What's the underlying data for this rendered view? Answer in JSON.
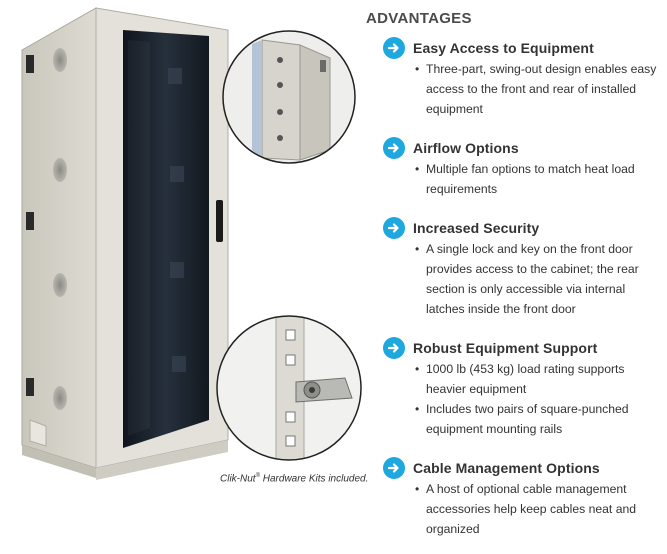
{
  "heading": "ADVANTAGES",
  "caption": {
    "brand": "Clik-Nut",
    "registered": "®",
    "text": " Hardware Kits included."
  },
  "colors": {
    "accent": "#1ea8de",
    "cabinet": "#d9d6cc",
    "glass": "#1b2430"
  },
  "advantages": [
    {
      "title": "Easy Access to Equipment",
      "icon": "arrow-right-circle-icon",
      "bullets": [
        "Three-part, swing-out design enables easy access to the front and rear of installed equipment"
      ]
    },
    {
      "title": "Airflow Options",
      "icon": "arrow-right-circle-icon",
      "bullets": [
        "Multiple fan options to match heat load requirements"
      ]
    },
    {
      "title": "Increased Security",
      "icon": "arrow-right-circle-icon",
      "bullets": [
        "A single lock and key on the front door provides access to the cabinet; the rear section is only accessible via internal latches inside the front door"
      ]
    },
    {
      "title": "Robust Equipment Support",
      "icon": "arrow-right-circle-icon",
      "bullets": [
        "1000 lb (453 kg) load rating supports heavier equipment",
        "Includes two pairs of square-punched equipment mounting rails"
      ]
    },
    {
      "title": "Cable Management Options",
      "icon": "arrow-right-circle-icon",
      "bullets": [
        "A host of optional cable management accessories help keep cables neat and organized"
      ]
    }
  ]
}
